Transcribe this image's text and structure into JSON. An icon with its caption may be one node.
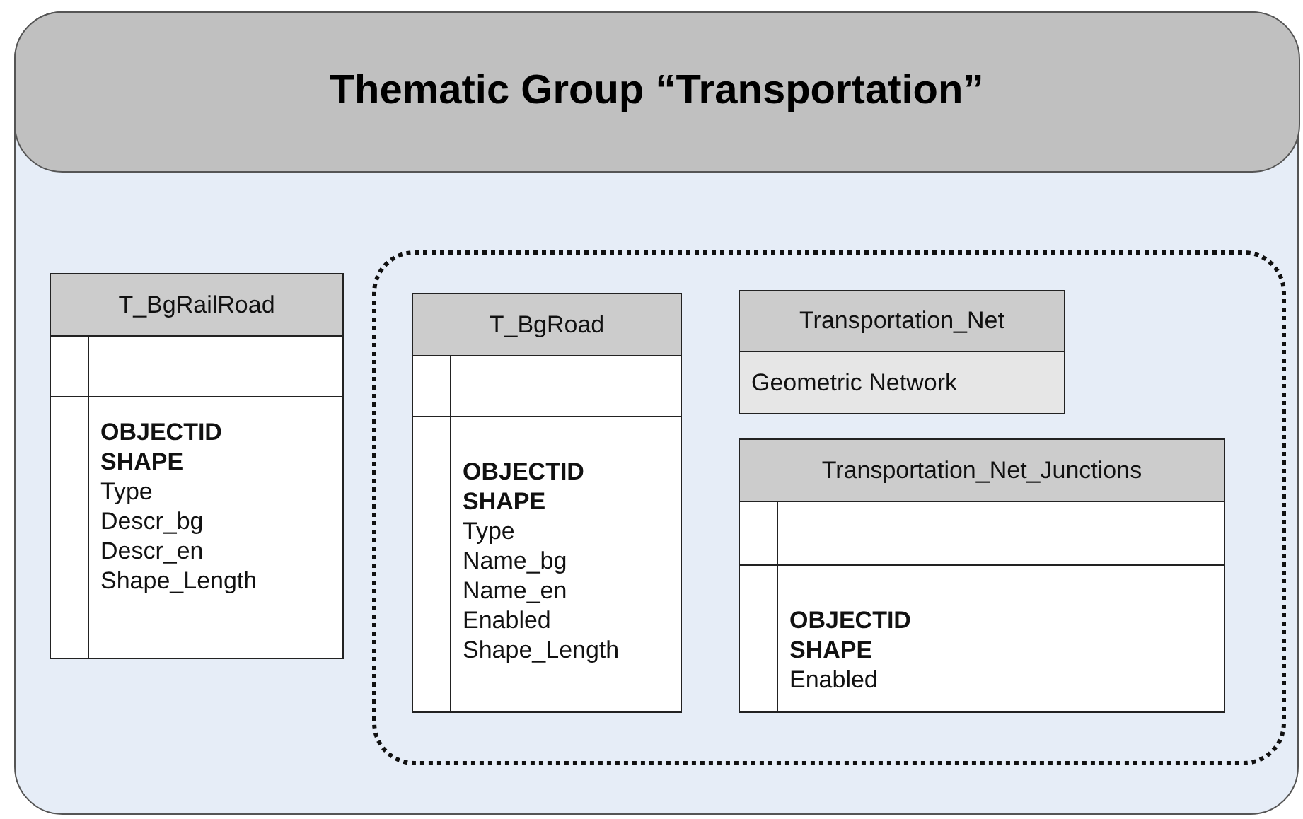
{
  "diagram": {
    "nodes": [
      {
        "text": [
          "Thematic Group “Transportation”"
        ]
      },
      {
        "text": [
          "T_BgRailRoad",
          "OBJECTID",
          "SHAPE",
          "Type",
          "Descr_bg",
          "Descr_en",
          "Shape_Length"
        ],
        "in": 0
      },
      {
        "text": [],
        "shape": "box",
        "in": 0
      },
      {
        "text": [
          "T_BgRoad",
          "OBJECTID",
          "SHAPE",
          "Type",
          "Name_bg",
          "Name_en",
          "Enabled",
          "Shape_Length"
        ],
        "in": 2
      },
      {
        "text": [
          "Transportation_Net",
          "Geometric Network"
        ],
        "in": 2
      },
      {
        "text": [
          "Transportation_Net_Junctions",
          "OBJECTID",
          "SHAPE",
          "Enabled"
        ],
        "in": 2
      }
    ]
  }
}
